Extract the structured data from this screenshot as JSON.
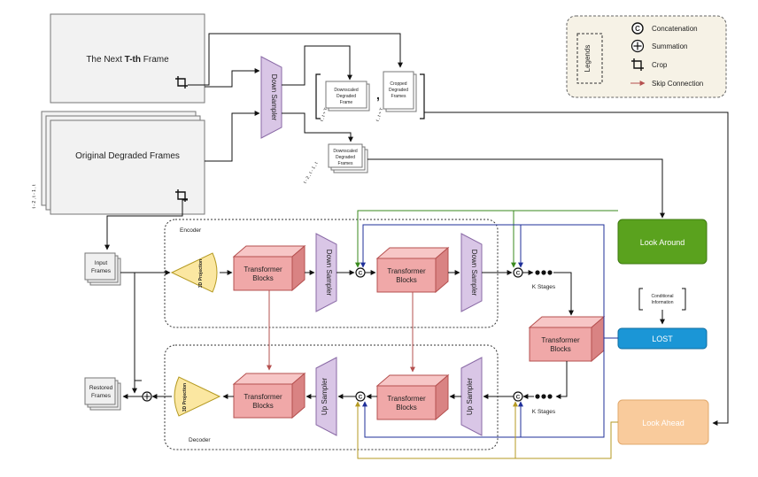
{
  "frames": {
    "next_frame_prefix": "The Next ",
    "next_frame_bold": "T-th",
    "next_frame_suffix": " Frame",
    "original_frames": "Original Degraded Frames",
    "index_label": "t - 2 , t - 1 , t",
    "input_frames_line1": "Input",
    "input_frames_line2": "Frames",
    "restored_frames_line1": "Restored",
    "restored_frames_line2": "Frames"
  },
  "downsampler": {
    "label": "Down Sampler"
  },
  "bracket": {
    "downscaled_line1": "Downscaled",
    "downscaled_line2": "Degraded",
    "downscaled_line3": "Frame",
    "comma": ",",
    "cropped_line1": "Cropped",
    "cropped_line2": "Degraded",
    "cropped_line3": "Frames",
    "index_left": "t , t + T",
    "index_right": "t , t + T"
  },
  "downscaled_prev": {
    "line1": "Downscaled",
    "line2": "Degraded",
    "line3": "Frames",
    "index": "t - 2 , t - 1 , t"
  },
  "encoder": {
    "label": "Encoder",
    "projection": "3D Projection",
    "block1_line1": "Transformer",
    "block1_line2": "Blocks",
    "down1": "Down Sampler",
    "block2_line1": "Transformer",
    "block2_line2": "Blocks",
    "down2": "Down Sampler",
    "stages": "K Stages"
  },
  "bottleneck": {
    "line1": "Transformer",
    "line2": "Blocks"
  },
  "decoder": {
    "label": "Decoder",
    "projection": "3D Projection",
    "block1_line1": "Transformer",
    "block1_line2": "Blocks",
    "up1": "Up Sampler",
    "block2_line1": "Transformer",
    "block2_line2": "Blocks",
    "up2": "Up Sampler",
    "stages": "K Stages"
  },
  "modules": {
    "look_around": "Look Around",
    "lost": "LOST",
    "look_ahead": "Look Ahead",
    "cond_line1": "Conditional",
    "cond_line2": "Information"
  },
  "legend": {
    "title": "Legends",
    "concat": "Concatenation",
    "sum": "Summation",
    "crop": "Crop",
    "skip": "Skip Connection",
    "concat_symbol": "C"
  },
  "colors": {
    "look_around": "#5aa21e",
    "lost": "#1b96d6",
    "look_ahead": "#f9cb9c",
    "transformer": "#f0a8a8",
    "transformer_dark": "#d98383",
    "sampler": "#d9c6e6",
    "projection": "#fbe7a1",
    "legend_bg": "#f6f2e6"
  }
}
